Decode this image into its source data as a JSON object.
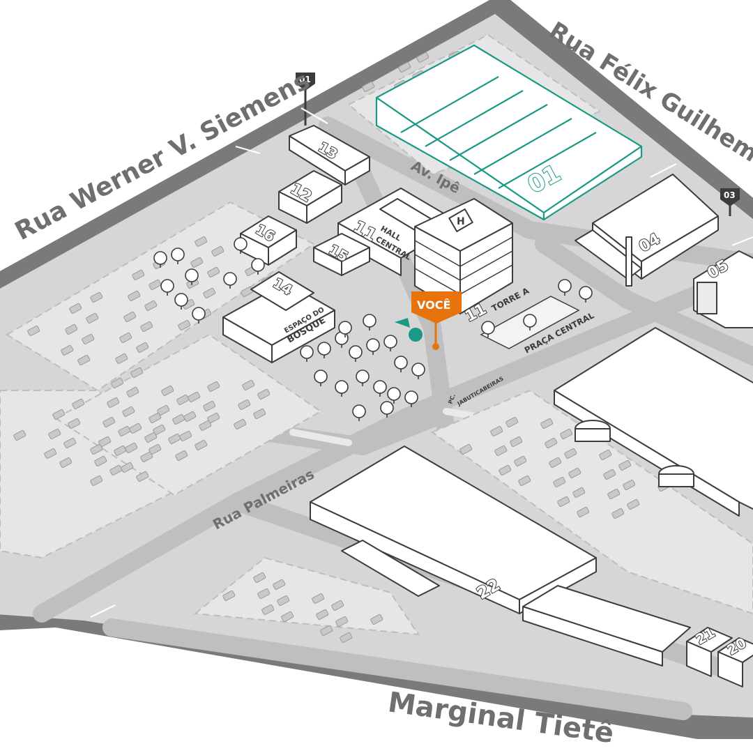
{
  "streets": {
    "werner": "Rua Werner V. Siemens",
    "felix": "Rua Félix Guilhem",
    "marginal": "Marginal Tietê",
    "palmeiras": "Rua Palmeiras",
    "ipe": "Av. Ipê"
  },
  "buildings": {
    "b01": "01",
    "b04": "04",
    "b05": "05",
    "b11": "11",
    "b11_torre": "11",
    "b12": "12",
    "b13": "13",
    "b14": "14",
    "b15": "15",
    "b16": "16",
    "b20": "20",
    "b21": "21",
    "b22": "22"
  },
  "labels": {
    "hall": "HALL",
    "central": "CENTRAL",
    "torre_a": "TORRE A",
    "espaco": "ESPAÇO DO",
    "bosque": "BOSQUE",
    "praca": "PRAÇA CENTRAL",
    "pc": "PC.",
    "jabuticabeiras": "JABUTICABEIRAS",
    "heliport": "H"
  },
  "gates": [
    "01",
    "03"
  ],
  "you_are_here": "VOCÊ",
  "colors": {
    "highlight": "#1a9a85",
    "you_pin": "#e8720c",
    "road": "#7a7a7a",
    "ground": "#d5d5d5",
    "outline": "#3c3c3c"
  }
}
